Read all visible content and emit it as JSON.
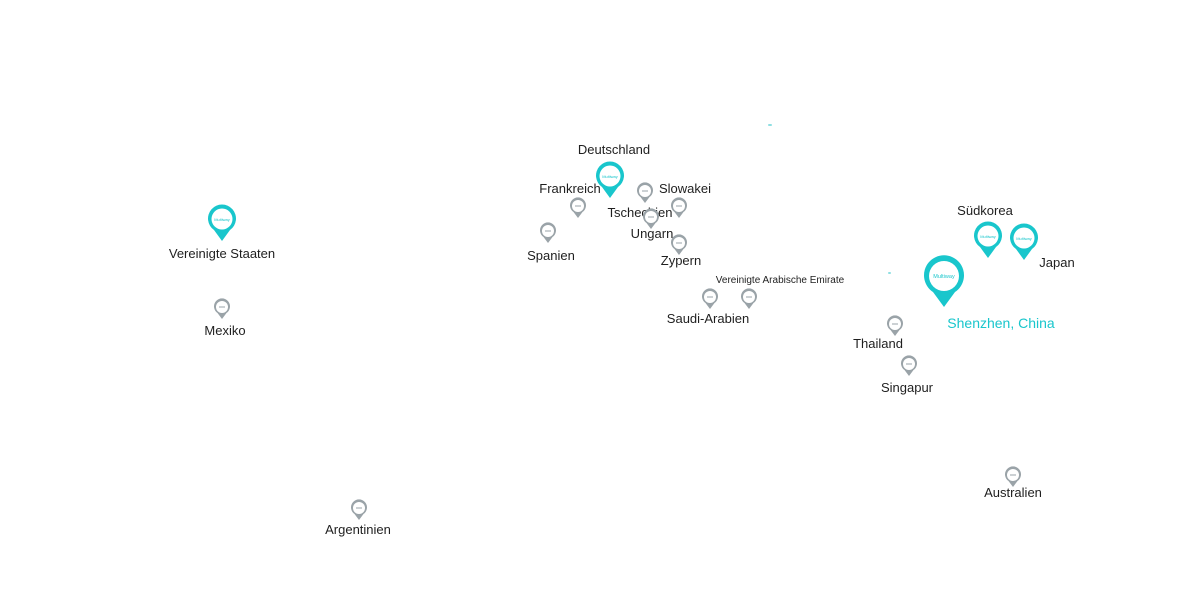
{
  "map": {
    "brand_pin_text": "Multiway",
    "accent_color": "#19c6cc",
    "gray_pin_color": "#9aa3a8",
    "locations": {
      "usa": "Vereinigte Staaten",
      "mexico": "Mexiko",
      "argentina": "Argentinien",
      "germany": "Deutschland",
      "france": "Frankreich",
      "slovakia": "Slowakei",
      "czechia": "Tschechien",
      "spain": "Spanien",
      "hungary": "Ungarn",
      "cyprus": "Zypern",
      "uae": "Vereinigte Arabische Emirate",
      "saudi": "Saudi-Arabien",
      "south_korea": "Südkorea",
      "japan": "Japan",
      "shenzhen": "Shenzhen, China",
      "thailand": "Thailand",
      "singapore": "Singapur",
      "australia": "Australien"
    }
  }
}
